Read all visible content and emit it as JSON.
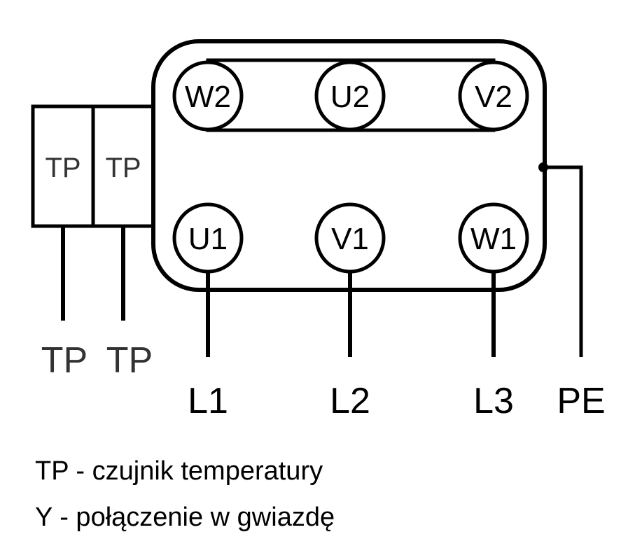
{
  "terminals": {
    "w2": "W2",
    "u2": "U2",
    "v2": "V2",
    "u1": "U1",
    "v1": "V1",
    "w1": "W1"
  },
  "sensors": {
    "left": "TP",
    "right": "TP"
  },
  "leads": {
    "tp_left": "TP",
    "tp_right": "TP",
    "l1": "L1",
    "l2": "L2",
    "l3": "L3",
    "pe": "PE"
  },
  "legend": {
    "tp": "TP - czujnik temperatury",
    "y": "Y - połączenie w gwiazdę"
  },
  "colors": {
    "line": "#000000",
    "background": "#ffffff"
  }
}
